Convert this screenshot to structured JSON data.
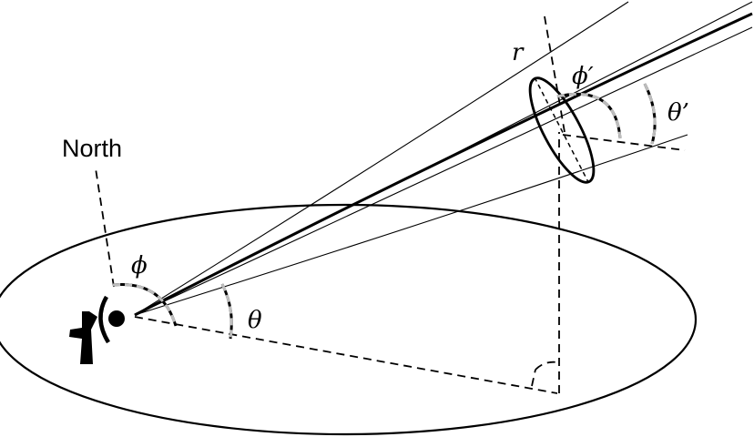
{
  "labels": {
    "north": "North",
    "phi": "ϕ",
    "theta": "θ",
    "r": "r",
    "phi_prime": "ϕ′",
    "theta_prime": "θ’"
  },
  "colors": {
    "ink": "#000000",
    "angle_arc": "#bdbdbd",
    "background": "#ffffff"
  },
  "icons": {
    "radar": "radar-antenna-icon"
  }
}
